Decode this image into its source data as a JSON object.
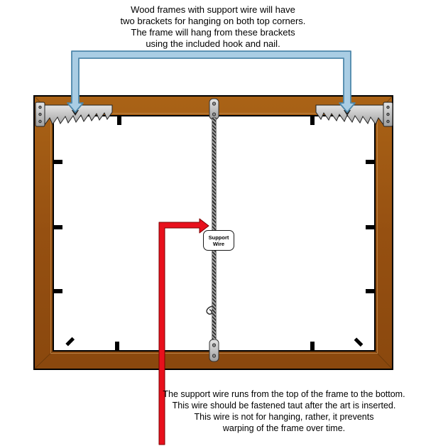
{
  "instructions": {
    "top": "Wood frames with support wire will have\ntwo brackets for hanging on both top corners.\nThe frame will hang from these brackets\nusing the included hook and nail.",
    "bottom": "The support wire runs from the top of the frame to the bottom.\nThis wire should be fastened taut after the art is inserted.\nThis wire is not for hanging, rather, it prevents\nwarping of the frame over time."
  },
  "frame": {
    "wire_label": "Support\nWire"
  },
  "colors": {
    "wood": "#965011",
    "wood_dark": "#8a480e",
    "blue_arrow_fill": "#a9cde4",
    "blue_arrow_stroke": "#4e88ab",
    "red_arrow_fill": "#e8101c",
    "red_arrow_stroke": "#7a0000",
    "bracket_gray": "#c9c9c9",
    "tab_black": "#000000",
    "wire_color": "#2f2f2f"
  }
}
